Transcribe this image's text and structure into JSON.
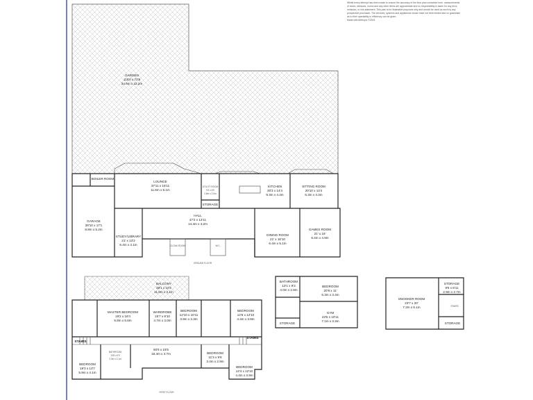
{
  "colors": {
    "frame_line": "#2a3a9a",
    "wall": "#222222",
    "hatch": "#bdbdbd"
  },
  "disclaimer": [
    "Whilst every attempt has been made to ensure the accuracy of the floor plan contained here, measurements",
    "of doors, windows, rooms and any other items are approximate and no responsibility is taken for any error,",
    "omission, or mis-statement. This plan is for illustrative purposes only and should be used as such by any",
    "prospective purchaser. The services, systems and appliances shown have not been tested and no guarantee",
    "as to their operability or efficiency can be given.",
    "Made with Metropix ©2024"
  ],
  "ground": {
    "garden": {
      "name": "GARDEN",
      "dims": "115'0 x 72'9",
      "metric": "34.9m x 22.2m"
    },
    "boiler": {
      "name": "BOILER ROOM"
    },
    "lounge": {
      "name": "LOUNGE",
      "dims": "37'11 x 16'11",
      "metric": "11.6m x 5.1m"
    },
    "utility": {
      "name": "UTILITY ROOM",
      "dims": "9'4 x 6'5",
      "metric": "2.8m x 2.0m"
    },
    "storage": {
      "name": "STORAGE"
    },
    "kitchen": {
      "name": "KITCHEN",
      "dims": "30'3 x 14'4",
      "metric": "9.3m x 4.4m"
    },
    "sitting": {
      "name": "SITTING ROOM",
      "dims": "20'10 x 14'4",
      "metric": "6.3m x 4.4m"
    },
    "garage": {
      "name": "GARAGE",
      "dims": "28'10 x 17'1",
      "metric": "8.8m x 5.2m"
    },
    "hall": {
      "name": "HALL",
      "dims": "47'2 x 13'11",
      "metric": "14.4m x 4.2m"
    },
    "study": {
      "name": "STUDY/LIBRARY",
      "dims": "21' x 13'2",
      "metric": "6.4m x 4.1m"
    },
    "dining": {
      "name": "DINING ROOM",
      "dims": "21' x 16'10",
      "metric": "6.4m x 5.1m"
    },
    "games": {
      "name": "GAMES ROOM",
      "dims": "21' x 16'",
      "metric": "6.4m x 4.9m"
    },
    "wc1": {
      "name": "CLOAK ROOM"
    },
    "wc2": {
      "name": "W.C."
    },
    "caption": "GROUND FLOOR"
  },
  "first": {
    "balcony": {
      "name": "BALCONY",
      "dims": "38'1 x 10'2",
      "metric": "11.6m x 3.1m"
    },
    "master": {
      "name": "MASTER BEDROOM",
      "dims": "19'2 x 18'4",
      "metric": "5.8m x 5.6m"
    },
    "wardrobe": {
      "name": "WARDROBE",
      "dims": "15'7 x 9'10",
      "metric": "4.7m x 3.0m"
    },
    "bed2": {
      "name": "BEDROOM",
      "dims": "12'10 x 10'11",
      "metric": "3.9m x 3.3m"
    },
    "bed3": {
      "name": "BEDROOM",
      "dims": "14'6 x 12'10",
      "metric": "4.4m x 3.9m"
    },
    "landing": {
      "dims": "60'6 x 15'5",
      "metric": "18.4m x 4.7m"
    },
    "bed4": {
      "name": "BEDROOM",
      "dims": "19'3 x 13'7",
      "metric": "5.9m x 4.1m"
    },
    "bathroom": {
      "name": "BATHROOM",
      "dims": "10'8 x 6'9",
      "metric": "3.3m x 2.1m"
    },
    "bed5": {
      "name": "BEDROOM",
      "dims": "11'3 x 9'8",
      "metric": "3.4m x 2.9m"
    },
    "bed6": {
      "name": "BEDROOM",
      "dims": "14'4 x 12'10",
      "metric": "4.4m x 3.9m"
    },
    "stairs_l": "STAIRS",
    "stairs_r": "STAIRS",
    "caption": "FIRST FLOOR"
  },
  "annex": {
    "bathroom": {
      "name": "BATHROOM",
      "dims": "13'1 x 9'3",
      "metric": "4.0m x 2.8m"
    },
    "bedroom": {
      "name": "BEDROOM",
      "dims": "20'8 x 11'",
      "metric": "6.3m x 3.4m"
    },
    "gym": {
      "name": "GYM",
      "dims": "23'5 x 10'11",
      "metric": "7.1m x 3.3m"
    },
    "storage": {
      "name": "STORAGE"
    }
  },
  "outbuilding": {
    "snooker": {
      "name": "SNOOKER ROOM",
      "dims": "23'7 x 20'",
      "metric": "7.2m x 6.1m"
    },
    "storage1": {
      "name": "STORAGE",
      "dims": "9'6 x 8'11",
      "metric": "2.9m x 2.7m"
    },
    "stairs": "STAIRS",
    "storage2": {
      "name": "STORAGE"
    }
  }
}
